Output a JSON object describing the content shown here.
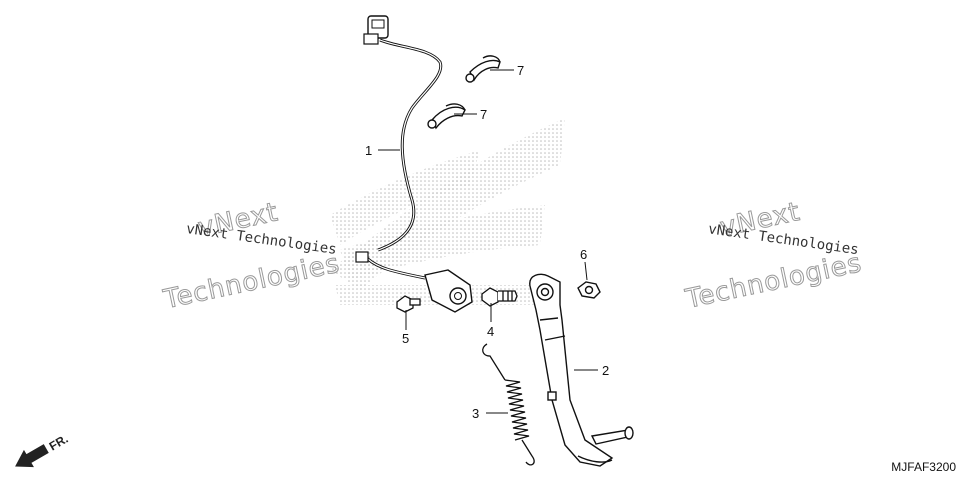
{
  "diagram_code": "MJFAF3200",
  "direction_label": "FR.",
  "watermarks": [
    {
      "small": "vNext Technologies",
      "big_top": "vNext",
      "big_bottom": "Technologies"
    },
    {
      "small": "vNext Technologies",
      "big_top": "vNext",
      "big_bottom": "Technologies"
    }
  ],
  "callouts": [
    {
      "id": "p1",
      "label": "1"
    },
    {
      "id": "p2",
      "label": "2"
    },
    {
      "id": "p3",
      "label": "3"
    },
    {
      "id": "p4",
      "label": "4"
    },
    {
      "id": "p5",
      "label": "5"
    },
    {
      "id": "p6",
      "label": "6"
    },
    {
      "id": "p7a",
      "label": "7"
    },
    {
      "id": "p7b",
      "label": "7"
    }
  ]
}
